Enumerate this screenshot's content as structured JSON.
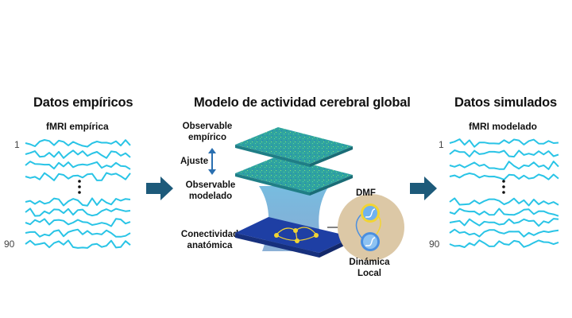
{
  "left": {
    "title": "Datos empíricos",
    "subtitle": "fMRI empírica",
    "index_top": "1",
    "index_bottom": "90"
  },
  "center": {
    "title": "Modelo de actividad cerebral global",
    "observable_empirical": [
      "Observable",
      "empírico"
    ],
    "fit": "Ajuste",
    "observable_modeled": [
      "Observable",
      "modelado"
    ],
    "connectivity": [
      "Conectividad",
      "anatómica"
    ],
    "dmf": "DMF",
    "local_dynamics": [
      "Dinámica",
      "Local"
    ]
  },
  "right": {
    "title": "Datos simulados",
    "subtitle": "fMRI modelado",
    "index_top": "1",
    "index_bottom": "90"
  },
  "colors": {
    "signal": "#29c4e6",
    "arrow": "#1d5a7a",
    "fit_arrow": "#2a6fb0",
    "matrix": "#2fa3a0",
    "circle_fill": "#dcc8a6",
    "node_yellow": "#f2d433"
  },
  "icons": [
    "ellipsis-vertical-icon",
    "arrow-right-icon",
    "double-arrow-icon",
    "sigmoid-icon"
  ]
}
